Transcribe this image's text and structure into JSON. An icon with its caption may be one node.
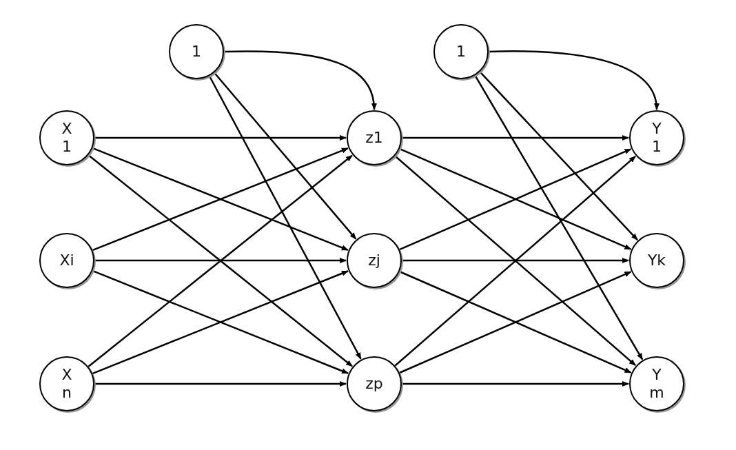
{
  "diagram": {
    "nodes": [
      {
        "text": [
          "1"
        ]
      },
      {
        "text": [
          "X 1"
        ]
      },
      {
        "text": [
          "Xi"
        ]
      },
      {
        "text": [
          "X n"
        ]
      },
      {
        "text": [
          "z1"
        ]
      },
      {
        "text": [
          "zj"
        ]
      },
      {
        "text": [
          "zp"
        ]
      },
      {
        "text": [
          "1"
        ]
      },
      {
        "text": [
          "Y 1"
        ]
      },
      {
        "text": [
          "Yk"
        ]
      },
      {
        "text": [
          "Y m"
        ]
      }
    ],
    "edges": [
      {
        "from": 0,
        "to": 4,
        "arrow": "to"
      },
      {
        "from": 0,
        "to": 5,
        "arrow": "to"
      },
      {
        "from": 0,
        "to": 6,
        "arrow": "to"
      },
      {
        "from": 1,
        "to": 4,
        "arrow": "to"
      },
      {
        "from": 1,
        "to": 5,
        "arrow": "to"
      },
      {
        "from": 1,
        "to": 6,
        "arrow": "to"
      },
      {
        "from": 2,
        "to": 4,
        "arrow": "to"
      },
      {
        "from": 2,
        "to": 5,
        "arrow": "to"
      },
      {
        "from": 2,
        "to": 6,
        "arrow": "to"
      },
      {
        "from": 3,
        "to": 4,
        "arrow": "to"
      },
      {
        "from": 3,
        "to": 5,
        "arrow": "to"
      },
      {
        "from": 3,
        "to": 6,
        "arrow": "to"
      },
      {
        "from": 7,
        "to": 8,
        "arrow": "to"
      },
      {
        "from": 7,
        "to": 9,
        "arrow": "to"
      },
      {
        "from": 7,
        "to": 10,
        "arrow": "to"
      },
      {
        "from": 4,
        "to": 8,
        "arrow": "to"
      },
      {
        "from": 4,
        "to": 9,
        "arrow": "to"
      },
      {
        "from": 4,
        "to": 10,
        "arrow": "to"
      },
      {
        "from": 5,
        "to": 8,
        "arrow": "to"
      },
      {
        "from": 5,
        "to": 9,
        "arrow": "to"
      },
      {
        "from": 5,
        "to": 10,
        "arrow": "to"
      },
      {
        "from": 6,
        "to": 8,
        "arrow": "to"
      },
      {
        "from": 6,
        "to": 9,
        "arrow": "to"
      },
      {
        "from": 6,
        "to": 10,
        "arrow": "to"
      }
    ]
  }
}
